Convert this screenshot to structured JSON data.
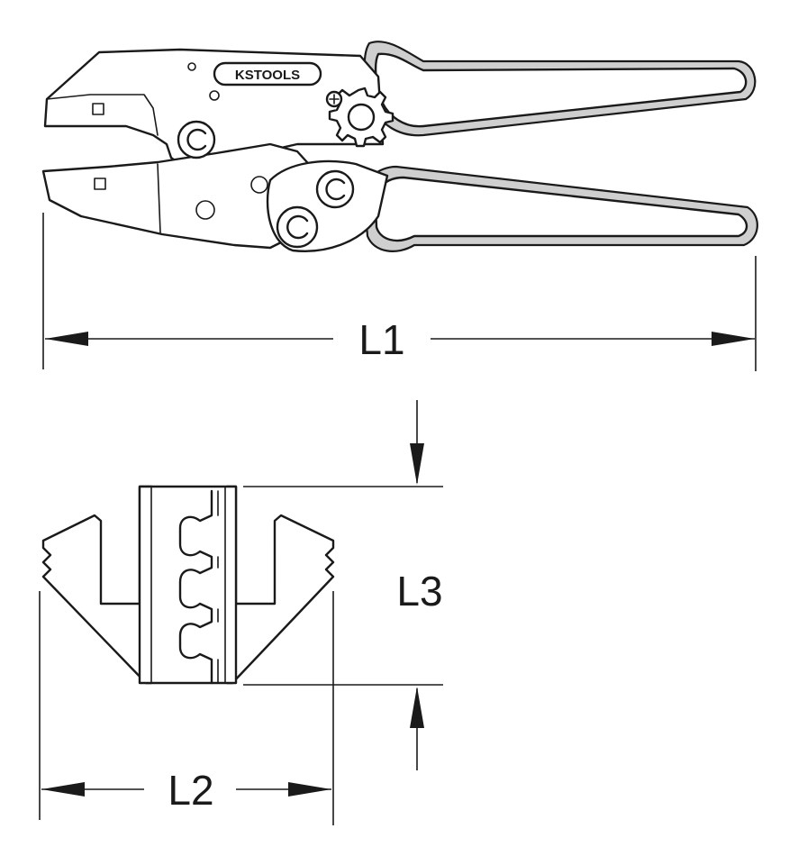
{
  "brand": {
    "logo_text": "KSTOOLS"
  },
  "dimensions": {
    "overall_length": "L1",
    "die_width": "L2",
    "die_height": "L3"
  },
  "colors": {
    "line": "#1a1a1a",
    "handle_grip": "#cfcfcf",
    "background": "#ffffff"
  }
}
